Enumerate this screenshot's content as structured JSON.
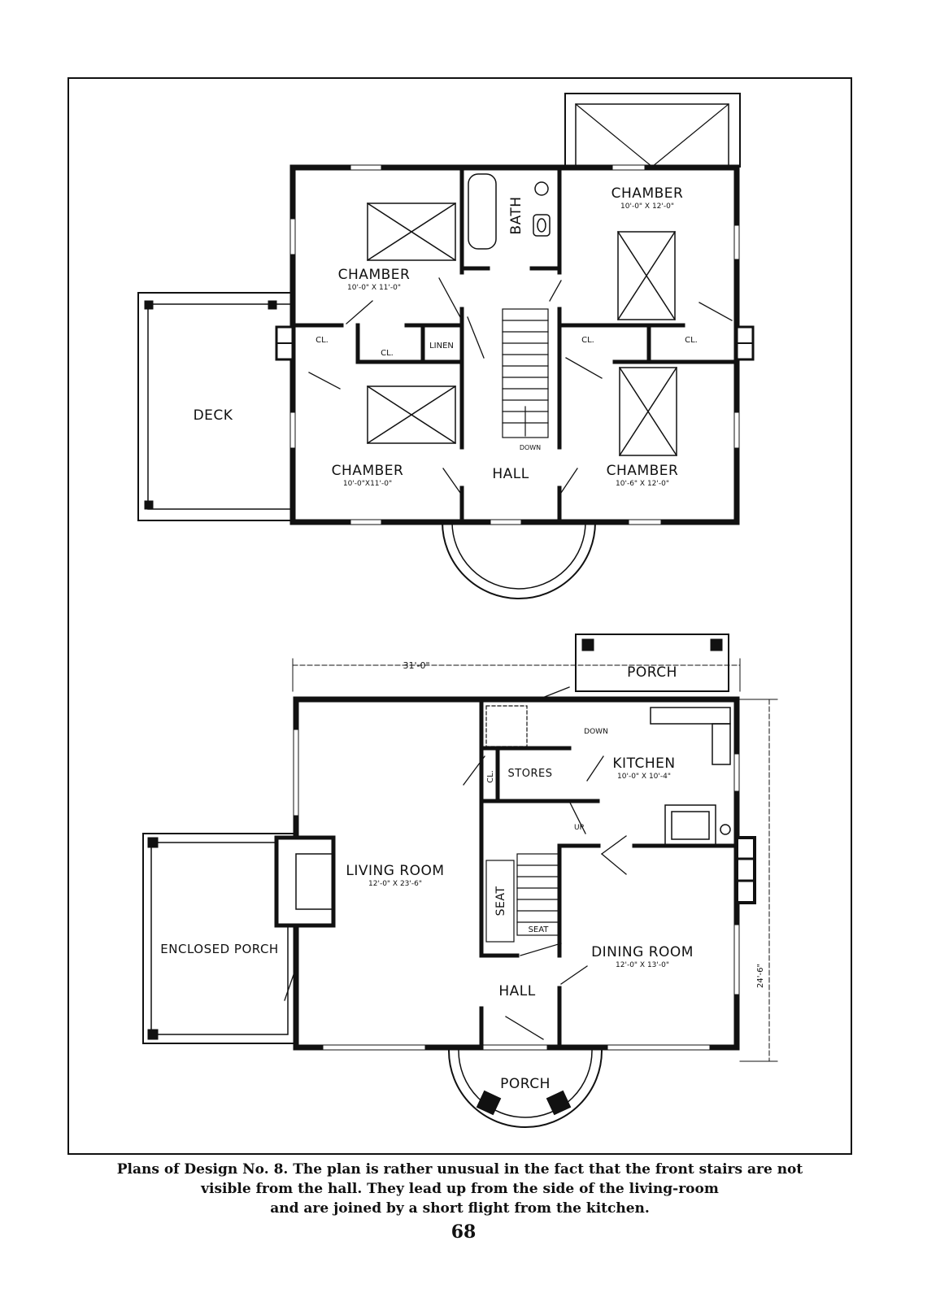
{
  "upper_floor": {
    "chamber_nw": {
      "name": "CHAMBER",
      "size": "10'-0\" X 11'-0\""
    },
    "chamber_ne": {
      "name": "CHAMBER",
      "size": "10'-0\" X 12'-0\""
    },
    "chamber_sw": {
      "name": "CHAMBER",
      "size": "10'-0\"X11'-0\""
    },
    "chamber_se": {
      "name": "CHAMBER",
      "size": "10'-6\" X 12'-0\""
    },
    "bath": "BATH",
    "hall": "HALL",
    "deck": "DECK",
    "linen": "LINEN",
    "closet": "CL.",
    "down": "DOWN"
  },
  "lower_floor": {
    "living_room": {
      "name": "LIVING ROOM",
      "size": "12'-0\" X 23'-6\""
    },
    "dining_room": {
      "name": "DINING ROOM",
      "size": "12'-0\" X 13'-0\""
    },
    "kitchen": {
      "name": "KITCHEN",
      "size": "10'-0\" X 10'-4\""
    },
    "enclosed_porch": "ENCLOSED PORCH",
    "hall": "HALL",
    "front_porch": "PORCH",
    "rear_porch": "PORCH",
    "stores": "STORES",
    "closet": "CL.",
    "seat": "SEAT",
    "seat2": "SEAT",
    "down": "DOWN",
    "up": "UP",
    "width_dim": "31'-0\"",
    "depth_dim": "24'-6\""
  },
  "caption": {
    "line1": "Plans of Design No. 8.  The plan is rather unusual in the fact that the front stairs are not",
    "line2": "visible from the hall.  They lead up from the side of the living-room",
    "line3": "and are joined by a short flight from the kitchen."
  },
  "page_number": "68"
}
